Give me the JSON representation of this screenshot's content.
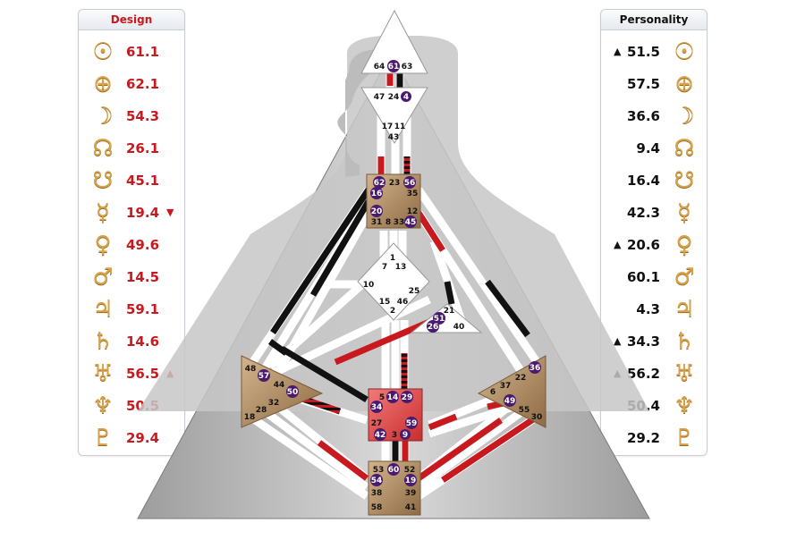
{
  "design": {
    "title": "Design",
    "rows": [
      {
        "icon": "sun-icon",
        "glyph": "☉",
        "value": "61.1",
        "arrow": ""
      },
      {
        "icon": "earth-icon",
        "glyph": "⊕",
        "value": "62.1",
        "arrow": ""
      },
      {
        "icon": "moon-icon",
        "glyph": "☽",
        "value": "54.3",
        "arrow": ""
      },
      {
        "icon": "north-node-icon",
        "glyph": "☊",
        "value": "26.1",
        "arrow": ""
      },
      {
        "icon": "south-node-icon",
        "glyph": "☋",
        "value": "45.1",
        "arrow": ""
      },
      {
        "icon": "mercury-icon",
        "glyph": "☿",
        "value": "19.4",
        "arrow": "▼"
      },
      {
        "icon": "venus-icon",
        "glyph": "♀",
        "value": "49.6",
        "arrow": ""
      },
      {
        "icon": "mars-icon",
        "glyph": "♂",
        "value": "14.5",
        "arrow": ""
      },
      {
        "icon": "jupiter-icon",
        "glyph": "♃",
        "value": "59.1",
        "arrow": ""
      },
      {
        "icon": "saturn-icon",
        "glyph": "♄",
        "value": "14.6",
        "arrow": ""
      },
      {
        "icon": "uranus-icon",
        "glyph": "♅",
        "value": "56.5",
        "arrow": "▲"
      },
      {
        "icon": "neptune-icon",
        "glyph": "♆",
        "value": "50.5",
        "arrow": ""
      },
      {
        "icon": "pluto-icon",
        "glyph": "♇",
        "value": "29.4",
        "arrow": ""
      }
    ]
  },
  "personality": {
    "title": "Personality",
    "rows": [
      {
        "icon": "sun-icon",
        "glyph": "☉",
        "value": "51.5",
        "arrow": "▲"
      },
      {
        "icon": "earth-icon",
        "glyph": "⊕",
        "value": "57.5",
        "arrow": ""
      },
      {
        "icon": "moon-icon",
        "glyph": "☽",
        "value": "36.6",
        "arrow": ""
      },
      {
        "icon": "north-node-icon",
        "glyph": "☊",
        "value": "9.4",
        "arrow": ""
      },
      {
        "icon": "south-node-icon",
        "glyph": "☋",
        "value": "16.4",
        "arrow": ""
      },
      {
        "icon": "mercury-icon",
        "glyph": "☿",
        "value": "42.3",
        "arrow": ""
      },
      {
        "icon": "venus-icon",
        "glyph": "♀",
        "value": "20.6",
        "arrow": "▲"
      },
      {
        "icon": "mars-icon",
        "glyph": "♂",
        "value": "60.1",
        "arrow": ""
      },
      {
        "icon": "jupiter-icon",
        "glyph": "♃",
        "value": "4.3",
        "arrow": ""
      },
      {
        "icon": "saturn-icon",
        "glyph": "♄",
        "value": "34.3",
        "arrow": "▲"
      },
      {
        "icon": "uranus-icon",
        "glyph": "♅",
        "value": "56.2",
        "arrow": "▲"
      },
      {
        "icon": "neptune-icon",
        "glyph": "♆",
        "value": "50.4",
        "arrow": ""
      },
      {
        "icon": "pluto-icon",
        "glyph": "♇",
        "value": "29.2",
        "arrow": ""
      }
    ]
  },
  "colors": {
    "design_red": "#c8191e",
    "personality_black": "#111111",
    "planet_gold": "#d7a24a",
    "gate_badge_purple": "#4a1a6e",
    "center_tan": "#b8946a",
    "center_defined_red": "#e24b4b",
    "channel_white": "#ffffff",
    "body_gray": "#a9a9a9"
  },
  "bodygraph": {
    "gates": {
      "g64": "64",
      "g61": "61",
      "g63": "63",
      "g47": "47",
      "g24": "24",
      "g4": "4",
      "g17": "17",
      "g11": "11",
      "g43": "43",
      "g62": "62",
      "g23": "23",
      "g56": "56",
      "g16": "16",
      "g35": "35",
      "g20": "20",
      "g12": "12",
      "g31": "31",
      "g8": "8",
      "g33": "33",
      "g45": "45",
      "g1": "1",
      "g7": "7",
      "g13": "13",
      "g10": "10",
      "g25": "25",
      "g15": "15",
      "g46": "46",
      "g2": "2",
      "g21": "21",
      "g51": "51",
      "g26": "26",
      "g40": "40",
      "g48": "48",
      "g57": "57",
      "g44": "44",
      "g50": "50",
      "g32": "32",
      "g28": "28",
      "g18": "18",
      "g5": "5",
      "g14": "14",
      "g29": "29",
      "g34": "34",
      "g27": "27",
      "g59": "59",
      "g42": "42",
      "g3": "3",
      "g9": "9",
      "g36": "36",
      "g22": "22",
      "g37": "37",
      "g6": "6",
      "g49": "49",
      "g55": "55",
      "g30": "30",
      "g53": "53",
      "g60": "60",
      "g52": "52",
      "g54": "54",
      "g19": "19",
      "g38": "38",
      "g39": "39",
      "g58": "58",
      "g41": "41"
    }
  }
}
